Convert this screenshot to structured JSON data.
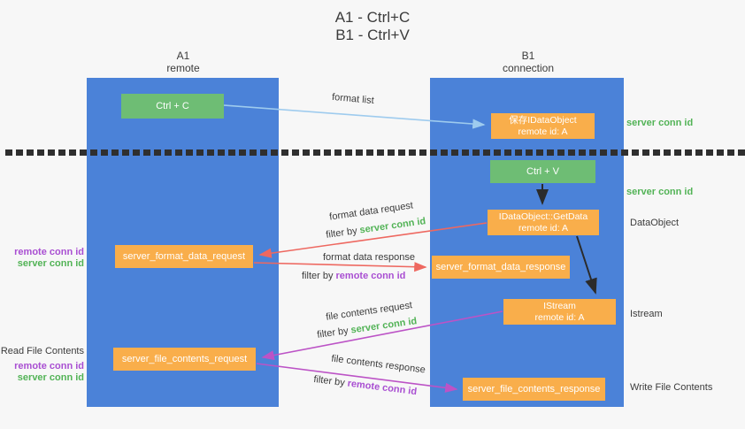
{
  "title": {
    "line1": "A1 - Ctrl+C",
    "line2": "B1 - Ctrl+V"
  },
  "columns": {
    "left": {
      "name": "A1",
      "sub": "remote"
    },
    "right": {
      "name": "B1",
      "sub": "connection"
    }
  },
  "boxes": {
    "ctrl_c": "Ctrl + C",
    "ctrl_v": "Ctrl + V",
    "save_obj_line1": "保存IDataObject",
    "save_obj_line2": "remote id: A",
    "getdata_line1": "IDataObject::GetData",
    "getdata_line2": "remote id: A",
    "istream_line1": "IStream",
    "istream_line2": "remote id: A",
    "format_request": "server_format_data_request",
    "format_response": "server_format_data_response",
    "file_request": "server_file_contents_request",
    "file_response": "server_file_contents_response"
  },
  "arrow_labels": {
    "format_list": "format list",
    "format_data_request": "format data request",
    "format_data_response": "format data response",
    "file_contents_request": "file contents request",
    "file_contents_response": "file contents response",
    "filter_by": "filter by ",
    "server_conn_id": "server conn id",
    "remote_conn_id": "remote conn id"
  },
  "side_labels": {
    "server_conn_id_top": "server conn id",
    "server_conn_id_mid": "server conn id",
    "dataobject": "DataObject",
    "istream": "Istream",
    "write_file_contents": "Write File Contents",
    "read_file_contents": "Read File Contents",
    "remote_conn_id": "remote conn id",
    "server_conn_id": "server conn id"
  },
  "colors": {
    "lane_blue": "#4b82d8",
    "box_green": "#6ebd74",
    "box_orange": "#f9ae4b",
    "arrow_light_blue": "#9ecbee",
    "arrow_red": "#ee6860",
    "arrow_magenta": "#bc53c6",
    "arrow_black": "#2b2b2b",
    "text_green": "#52b356",
    "text_purple": "#a94fd2",
    "background": "#f7f7f7"
  }
}
